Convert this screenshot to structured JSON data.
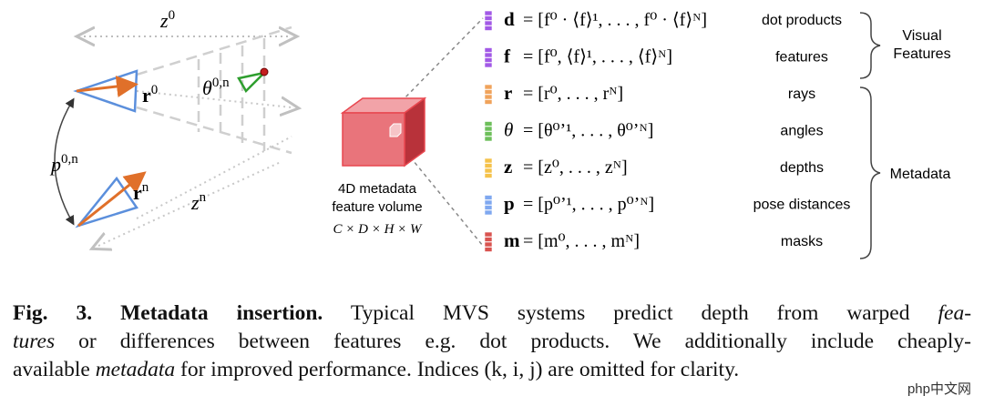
{
  "camera": {
    "z0": "z",
    "z0_sup": "0",
    "zn": "z",
    "zn_sup": "n",
    "theta": "θ",
    "theta_sup": "0,n",
    "r0": "r",
    "r0_sup": "0",
    "rn": "r",
    "rn_sup": "n",
    "p": "p",
    "p_sup": "0,n"
  },
  "volume": {
    "label_line1": "4D metadata",
    "label_line2": "feature volume",
    "dims": "C × D × H × W"
  },
  "rows": [
    {
      "sym": "d",
      "eq": "= [f⁰ · ⟨f⟩¹, . . . , f⁰ · ⟨f⟩ᴺ]",
      "desc": "dot products",
      "color": "#a259e6"
    },
    {
      "sym": "f",
      "eq": "= [f⁰, ⟨f⟩¹, . . . , ⟨f⟩ᴺ]",
      "desc": "features",
      "color": "#a259e6"
    },
    {
      "sym": "r",
      "eq": "= [r⁰, . . . , rᴺ]",
      "desc": "rays",
      "color": "#f0a35a"
    },
    {
      "sym": "θ",
      "eq": "= [θ⁰ʼ¹, . . . , θ⁰ʼᴺ]",
      "desc": "angles",
      "color": "#6dbf5a"
    },
    {
      "sym": "z",
      "eq": "= [z⁰, . . . , zᴺ]",
      "desc": "depths",
      "color": "#f5c24a"
    },
    {
      "sym": "p",
      "eq": "= [p⁰ʼ¹, . . . , p⁰ʼᴺ]",
      "desc": "pose distances",
      "color": "#7fa8f0"
    },
    {
      "sym": "m",
      "eq": "= [m⁰, . . . , mᴺ]",
      "desc": "masks",
      "color": "#d9534f"
    }
  ],
  "groups": {
    "visual_line1": "Visual",
    "visual_line2": "Features",
    "metadata": "Metadata"
  },
  "caption": {
    "fig_label": "Fig. 3.",
    "title": "Metadata insertion.",
    "line1_rest": "Typical MVS systems predict depth from warped",
    "fea": "fea-",
    "tures": "tures",
    "line2_rest": "or differences between features e.g. dot products. We additionally include cheaply-",
    "line3_a": "available",
    "metadata_word": "metadata",
    "line3_b": "for improved performance. Indices (k, i, j) are omitted for clarity."
  },
  "watermark": "php中文网",
  "colors": {
    "camera_blue": "#5b8fdc",
    "ray_orange": "#e0702a",
    "angle_green": "#2e9e2e",
    "volume_red": "#e8474f",
    "dash_gray": "#c8c8c8"
  }
}
